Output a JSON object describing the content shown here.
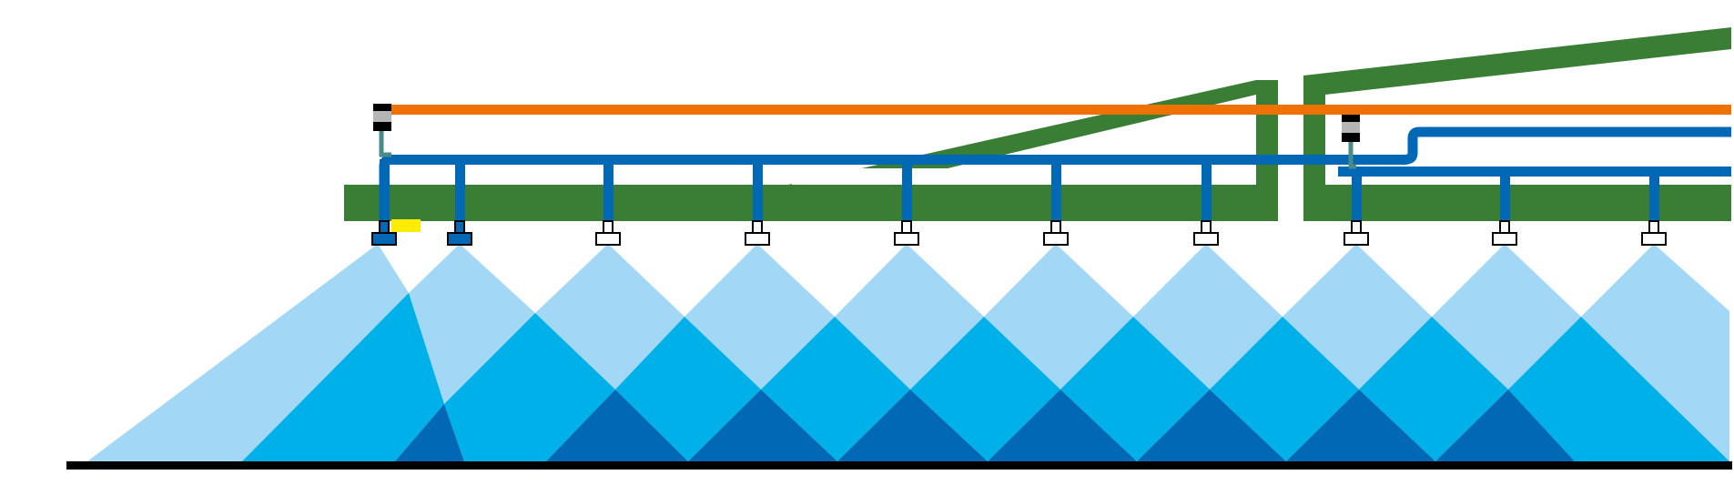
{
  "colors": {
    "background": "#ffffff",
    "frame_green": "#3a7d35",
    "orange_line": "#ee7203",
    "blue_pipe": "#0068b4",
    "spray_light": "#a2d8f6",
    "spray_medium": "#00b0e9",
    "spray_dark": "#0068b4",
    "ground": "#000000",
    "nozzle_active": "#0068b4",
    "nozzle_inactive": "#ffffff",
    "nozzle_outline": "#000000",
    "sensor_body": "#000000",
    "sensor_band": "#b5b5b5",
    "sensor_stem": "#4a8a8a",
    "marker_yellow": "#ffec00"
  },
  "nozzles": [
    {
      "id": 1,
      "active": true
    },
    {
      "id": 2,
      "active": true
    },
    {
      "id": 3,
      "active": false
    },
    {
      "id": 4,
      "active": false
    },
    {
      "id": 5,
      "active": false
    },
    {
      "id": 6,
      "active": false
    },
    {
      "id": 7,
      "active": false
    },
    {
      "id": 8,
      "active": false
    },
    {
      "id": 9,
      "active": false
    },
    {
      "id": 10,
      "active": false
    }
  ],
  "sensors": [
    {
      "id": "sensor-left"
    },
    {
      "id": "sensor-right"
    }
  ],
  "icons": {
    "nozzle": "spray-nozzle-icon",
    "sensor": "sensor-icon",
    "marker": "section-marker-icon"
  }
}
